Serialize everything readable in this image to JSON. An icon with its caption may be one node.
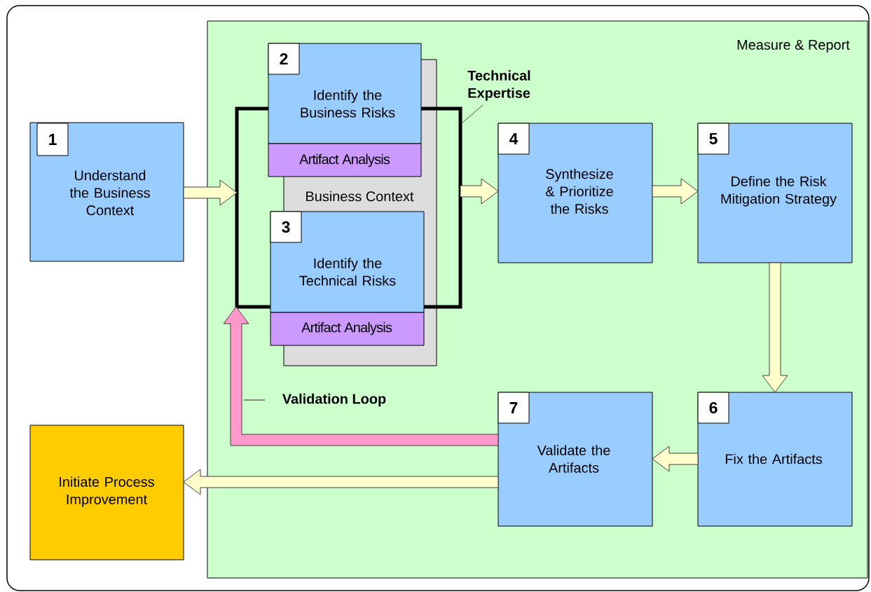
{
  "diagram": {
    "nodes": [
      {
        "text": [
          "Measure & Report"
        ]
      },
      {
        "text": [
          "1",
          "Understand the Business Context"
        ]
      },
      {
        "text": [],
        "shape": "box",
        "in": 0
      },
      {
        "text": [],
        "shape": "box",
        "in": 0
      },
      {
        "text": [
          "Technical Expertise"
        ],
        "in": 0
      },
      {
        "text": [
          "2",
          "Identify the Business Risks"
        ],
        "in": 0
      },
      {
        "text": [
          "Artifact Analysis"
        ],
        "in": 3
      },
      {
        "text": [
          "3",
          "Identify the Technical Risks"
        ],
        "in": 3
      },
      {
        "text": [
          "Artifact Analysis"
        ],
        "in": 0
      },
      {
        "text": [
          "4",
          "Synthesize & Prioritize the Risks"
        ],
        "in": 0
      },
      {
        "text": [
          "5",
          "Define the Risk Mitigation Strategy"
        ],
        "in": 0
      },
      {
        "text": [
          "6",
          "Fix the Artifacts"
        ],
        "in": 0
      },
      {
        "text": [
          "7",
          "Validate the Artifacts"
        ],
        "in": 0
      },
      {
        "text": [
          "Initiate Process Improvement"
        ]
      }
    ],
    "edges": [
      {
        "from": 4,
        "to": 3,
        "arrow": "none"
      },
      {
        "from": 1,
        "to": 3,
        "arrow": "to"
      },
      {
        "from": 3,
        "to": 9,
        "arrow": "to"
      },
      {
        "from": 9,
        "to": 10,
        "arrow": "to"
      },
      {
        "from": 10,
        "to": 11,
        "arrow": "to"
      },
      {
        "from": 11,
        "to": 12,
        "arrow": "to"
      },
      {
        "from": 12,
        "to": 13,
        "arrow": "to"
      },
      {
        "from": 12,
        "to": 3,
        "arrow": "to",
        "label": "Validation Loop",
        "color": "#ff99cc"
      }
    ],
    "labels": [
      "Business Context"
    ]
  }
}
